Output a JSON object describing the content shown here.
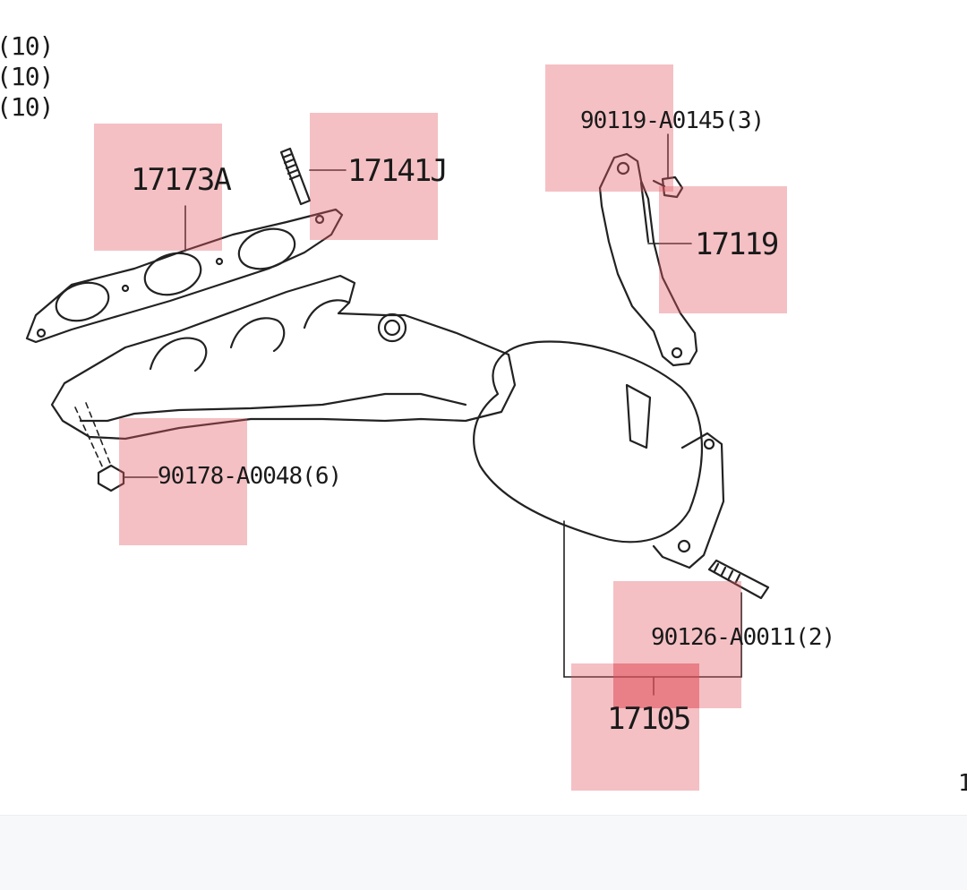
{
  "diagram": {
    "qty_labels": [
      "(10)",
      "(10)",
      "(10)"
    ],
    "edge_fragment": "1",
    "callouts": [
      {
        "id": "17173A",
        "text": "17173A"
      },
      {
        "id": "17141J",
        "text": "17141J"
      },
      {
        "id": "90119",
        "text": "90119-A0145(3)"
      },
      {
        "id": "17119",
        "text": "17119"
      },
      {
        "id": "90178",
        "text": "90178-A0048(6)"
      },
      {
        "id": "90126",
        "text": "90126-A0011(2)"
      },
      {
        "id": "17105",
        "text": "17105"
      }
    ],
    "colors": {
      "hotspot": "#e15a64",
      "line": "#222222",
      "bottom_bar": "#f7f8fa"
    }
  }
}
